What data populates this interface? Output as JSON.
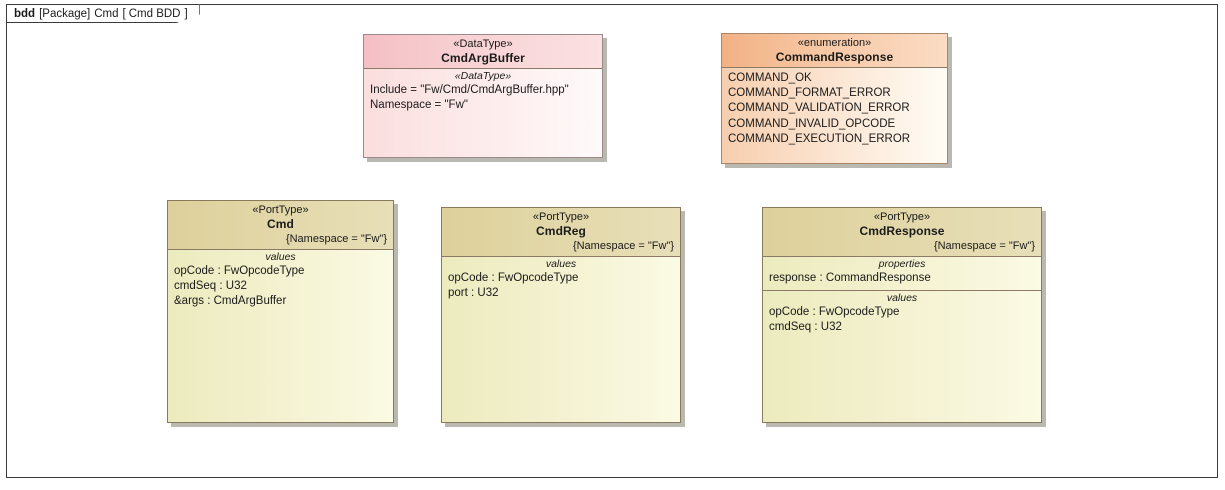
{
  "frame": {
    "kind": "bdd",
    "package_tag": "[Package]",
    "package_name": "Cmd",
    "bracket_open": "[",
    "diagram_name": "Cmd BDD",
    "bracket_close": "]"
  },
  "colors": {
    "datatype_header": "#f4bfc4",
    "datatype_body": "#fbdede",
    "enumeration_header": "#f2b184",
    "enumeration_body": "#f7ceae",
    "porttype_header": "#ddd09b",
    "porttype_body": "#ecebbe",
    "border": "#8a7a5c",
    "shadow": "#b9b9b2",
    "text": "#1a1a1a"
  },
  "nodes": {
    "cmdargbuffer": {
      "stereotype": "«DataType»",
      "name": "CmdArgBuffer",
      "compartment_title": "«DataType»",
      "rows": [
        "Include = \"Fw/Cmd/CmdArgBuffer.hpp\"",
        "Namespace = \"Fw\""
      ]
    },
    "commandresponse": {
      "stereotype": "«enumeration»",
      "name": "CommandResponse",
      "literals": [
        "COMMAND_OK",
        "COMMAND_FORMAT_ERROR",
        "COMMAND_VALIDATION_ERROR",
        "COMMAND_INVALID_OPCODE",
        "COMMAND_EXECUTION_ERROR"
      ]
    },
    "cmd": {
      "stereotype": "«PortType»",
      "name": "Cmd",
      "tagged_value": "{Namespace = \"Fw\"}",
      "values_title": "values",
      "values": [
        "opCode : FwOpcodeType",
        "cmdSeq : U32",
        "&args : CmdArgBuffer"
      ]
    },
    "cmdreg": {
      "stereotype": "«PortType»",
      "name": "CmdReg",
      "tagged_value": "{Namespace = \"Fw\"}",
      "values_title": "values",
      "values": [
        "opCode : FwOpcodeType",
        "port : U32"
      ]
    },
    "cmdresponse": {
      "stereotype": "«PortType»",
      "name": "CmdResponse",
      "tagged_value": "{Namespace = \"Fw\"}",
      "properties_title": "properties",
      "properties": [
        "response : CommandResponse"
      ],
      "values_title": "values",
      "values": [
        "opCode : FwOpcodeType",
        "cmdSeq : U32"
      ]
    }
  }
}
